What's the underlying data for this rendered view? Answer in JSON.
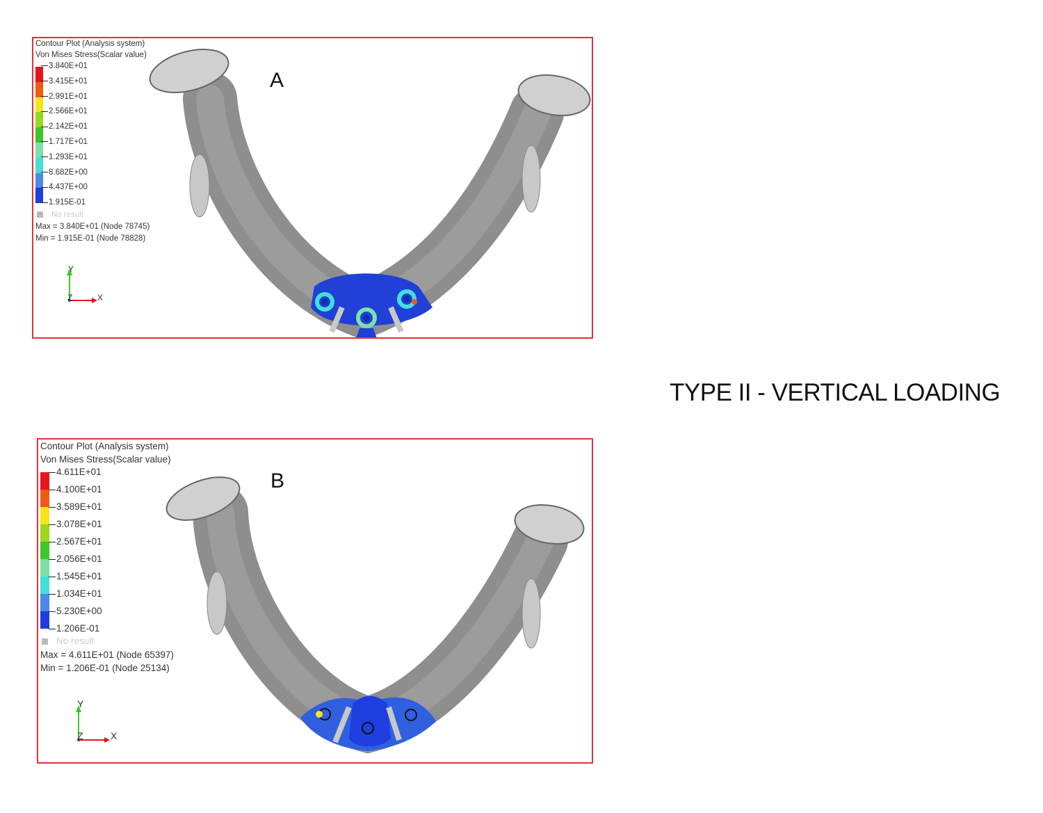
{
  "title": "TYPE II - VERTICAL LOADING",
  "panels": [
    {
      "letter": "A",
      "header1": "Contour Plot (Analysis system)",
      "header2": "Von Mises Stress(Scalar value)",
      "ticks": [
        "3.840E+01",
        "3.415E+01",
        "2.991E+01",
        "2.566E+01",
        "2.142E+01",
        "1.717E+01",
        "1.293E+01",
        "8.682E+00",
        "4.437E+00",
        "1.915E-01"
      ],
      "no_result": "No result",
      "max": "Max = 3.840E+01 (Node 78745)",
      "min": "Min = 1.915E-01 (Node 78828)",
      "axis": {
        "y": "Y",
        "z": "Z",
        "x": "X"
      }
    },
    {
      "letter": "B",
      "header1": "Contour Plot (Analysis system)",
      "header2": "Von Mises Stress(Scalar value)",
      "ticks": [
        "4.611E+01",
        "4.100E+01",
        "3.589E+01",
        "3.078E+01",
        "2.567E+01",
        "2.056E+01",
        "1.545E+01",
        "1.034E+01",
        "5.230E+00",
        "1.206E-01"
      ],
      "no_result": "No result",
      "max": "Max = 4.611E+01 (Node 65397)",
      "min": "Min = 1.206E-01 (Node 25134)",
      "axis": {
        "y": "Y",
        "z": "Z",
        "x": "X"
      }
    }
  ],
  "colors": {
    "scale": [
      "#e8141c",
      "#f05a14",
      "#f7e41a",
      "#9ad81e",
      "#3cc828",
      "#7de0a8",
      "#44e0d8",
      "#4a8ae8",
      "#1e3ee0"
    ],
    "border": "#e0303a",
    "bone": "#8c8c8c"
  }
}
